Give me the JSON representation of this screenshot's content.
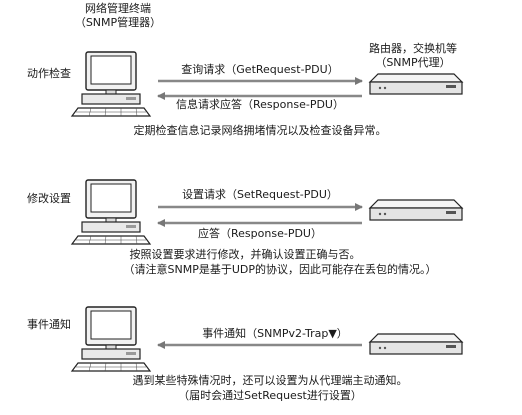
{
  "manager": {
    "title": "网络管理终端",
    "subtitle": "（SNMP管理器）"
  },
  "agent": {
    "title": "路由器，交换机等",
    "subtitle": "（SNMP代理）"
  },
  "sections": [
    {
      "label": "动作检查",
      "request": "查询请求（GetRequest-PDU）",
      "response": "信息请求应答（Response-PDU）",
      "notes": [
        "定期检查信息记录网络拥堵情况以及检查设备异常。"
      ]
    },
    {
      "label": "修改设置",
      "request": "设置请求（SetRequest-PDU）",
      "response": "应答（Response-PDU）",
      "notes": [
        "按照设置要求进行修改，并确认设置正确与否。",
        "（请注意SNMP是基于UDP的协议，因此可能存在丢包的情况。）"
      ]
    },
    {
      "label": "事件通知",
      "response": "事件通知（SNMPv2-Trap▼）",
      "notes": [
        "遇到某些特殊情况时，还可以设置为从代理端主动通知。",
        "（届时会通过SetRequest进行设置）"
      ]
    }
  ]
}
